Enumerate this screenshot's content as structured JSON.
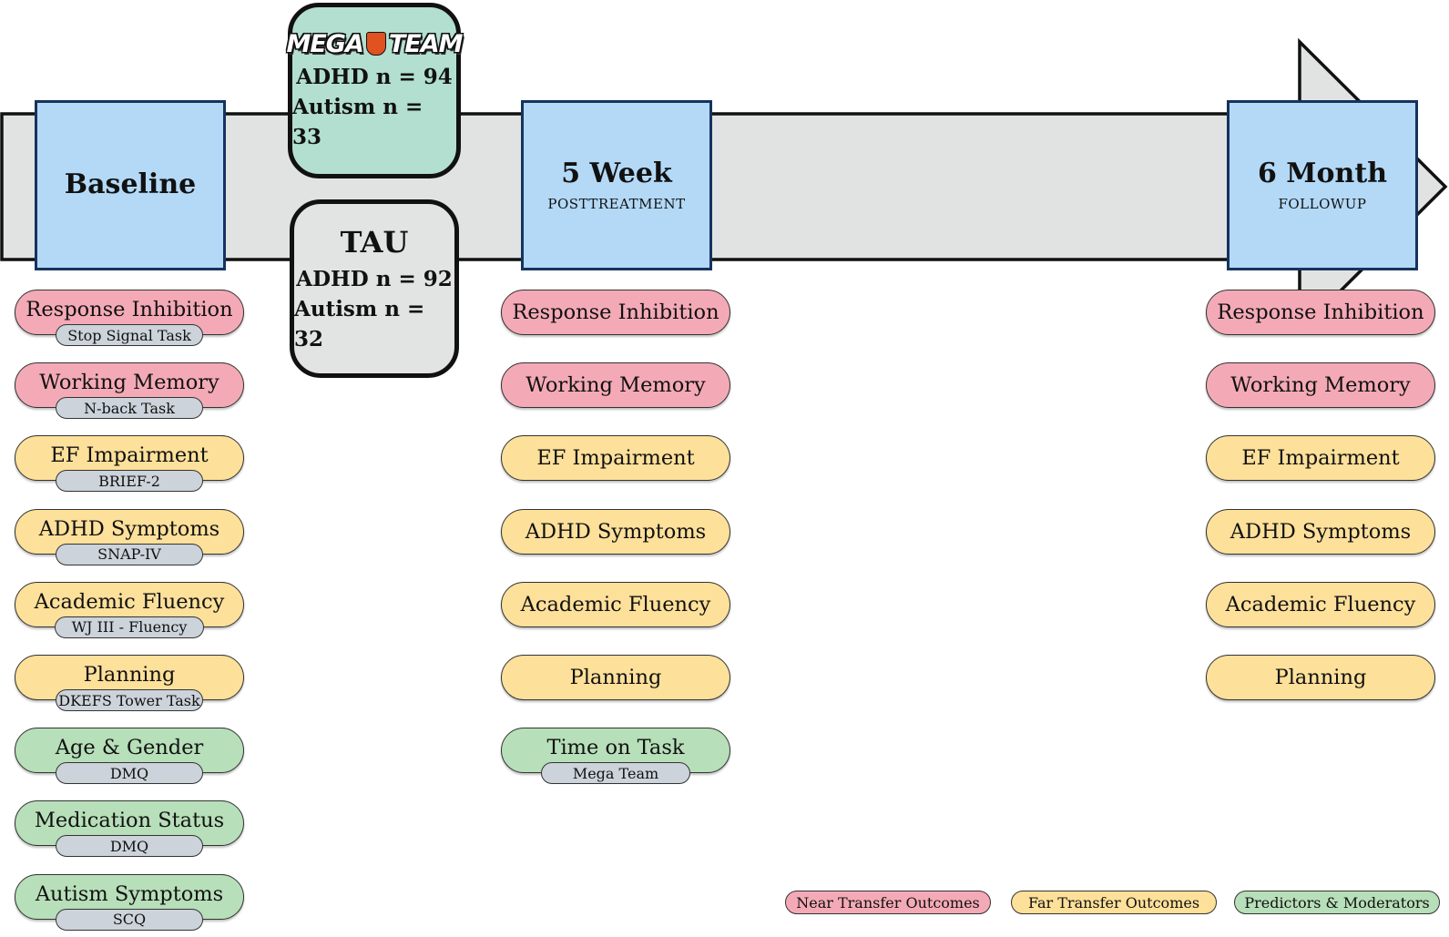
{
  "groups": {
    "mega_team": {
      "logo_left": "MEGA",
      "logo_right": "TEAM",
      "logo_icon": "shield-icon",
      "adhd": "ADHD n = 94",
      "autism": "Autism n = 33",
      "fill": "#b2dfd0"
    },
    "tau": {
      "title": "TAU",
      "adhd": "ADHD n = 92",
      "autism": "Autism n = 32",
      "fill": "#e2e3e3"
    }
  },
  "timepoints": {
    "baseline": {
      "title": "Baseline"
    },
    "week5": {
      "title": "5 Week",
      "subtitle": "POSTTREATMENT"
    },
    "month6": {
      "title": "6 Month",
      "subtitle": "FOLLOWUP"
    }
  },
  "baseline_outcomes": [
    {
      "label": "Response Inhibition",
      "measure": "Stop Signal Task",
      "category": "near"
    },
    {
      "label": "Working Memory",
      "measure": "N-back Task",
      "category": "near"
    },
    {
      "label": "EF Impairment",
      "measure": "BRIEF-2",
      "category": "far"
    },
    {
      "label": "ADHD Symptoms",
      "measure": "SNAP-IV",
      "category": "far"
    },
    {
      "label": "Academic Fluency",
      "measure": "WJ III - Fluency",
      "category": "far"
    },
    {
      "label": "Planning",
      "measure": "DKEFS Tower Task",
      "category": "far"
    },
    {
      "label": "Age & Gender",
      "measure": "DMQ",
      "category": "predictor"
    },
    {
      "label": "Medication Status",
      "measure": "DMQ",
      "category": "predictor"
    },
    {
      "label": "Autism Symptoms",
      "measure": "SCQ",
      "category": "predictor"
    }
  ],
  "week5_outcomes": [
    {
      "label": "Response Inhibition",
      "category": "near"
    },
    {
      "label": "Working Memory",
      "category": "near"
    },
    {
      "label": "EF Impairment",
      "category": "far"
    },
    {
      "label": "ADHD Symptoms",
      "category": "far"
    },
    {
      "label": "Academic Fluency",
      "category": "far"
    },
    {
      "label": "Planning",
      "category": "far"
    },
    {
      "label": "Time on Task",
      "measure": "Mega Team",
      "category": "predictor"
    }
  ],
  "month6_outcomes": [
    {
      "label": "Response Inhibition",
      "category": "near"
    },
    {
      "label": "Working Memory",
      "category": "near"
    },
    {
      "label": "EF Impairment",
      "category": "far"
    },
    {
      "label": "ADHD Symptoms",
      "category": "far"
    },
    {
      "label": "Academic Fluency",
      "category": "far"
    },
    {
      "label": "Planning",
      "category": "far"
    }
  ],
  "legend": [
    {
      "label": "Near Transfer Outcomes",
      "category": "near"
    },
    {
      "label": "Far Transfer Outcomes",
      "category": "far"
    },
    {
      "label": "Predictors & Moderators",
      "category": "predictor"
    }
  ],
  "colors": {
    "near": "#f4aab6",
    "far": "#fde09a",
    "predictor": "#b7dfb9",
    "measure": "#ccd3da",
    "timepoint": "#b3d9f7",
    "timepoint_border": "#16335e",
    "arrow": "#e1e3e3"
  }
}
